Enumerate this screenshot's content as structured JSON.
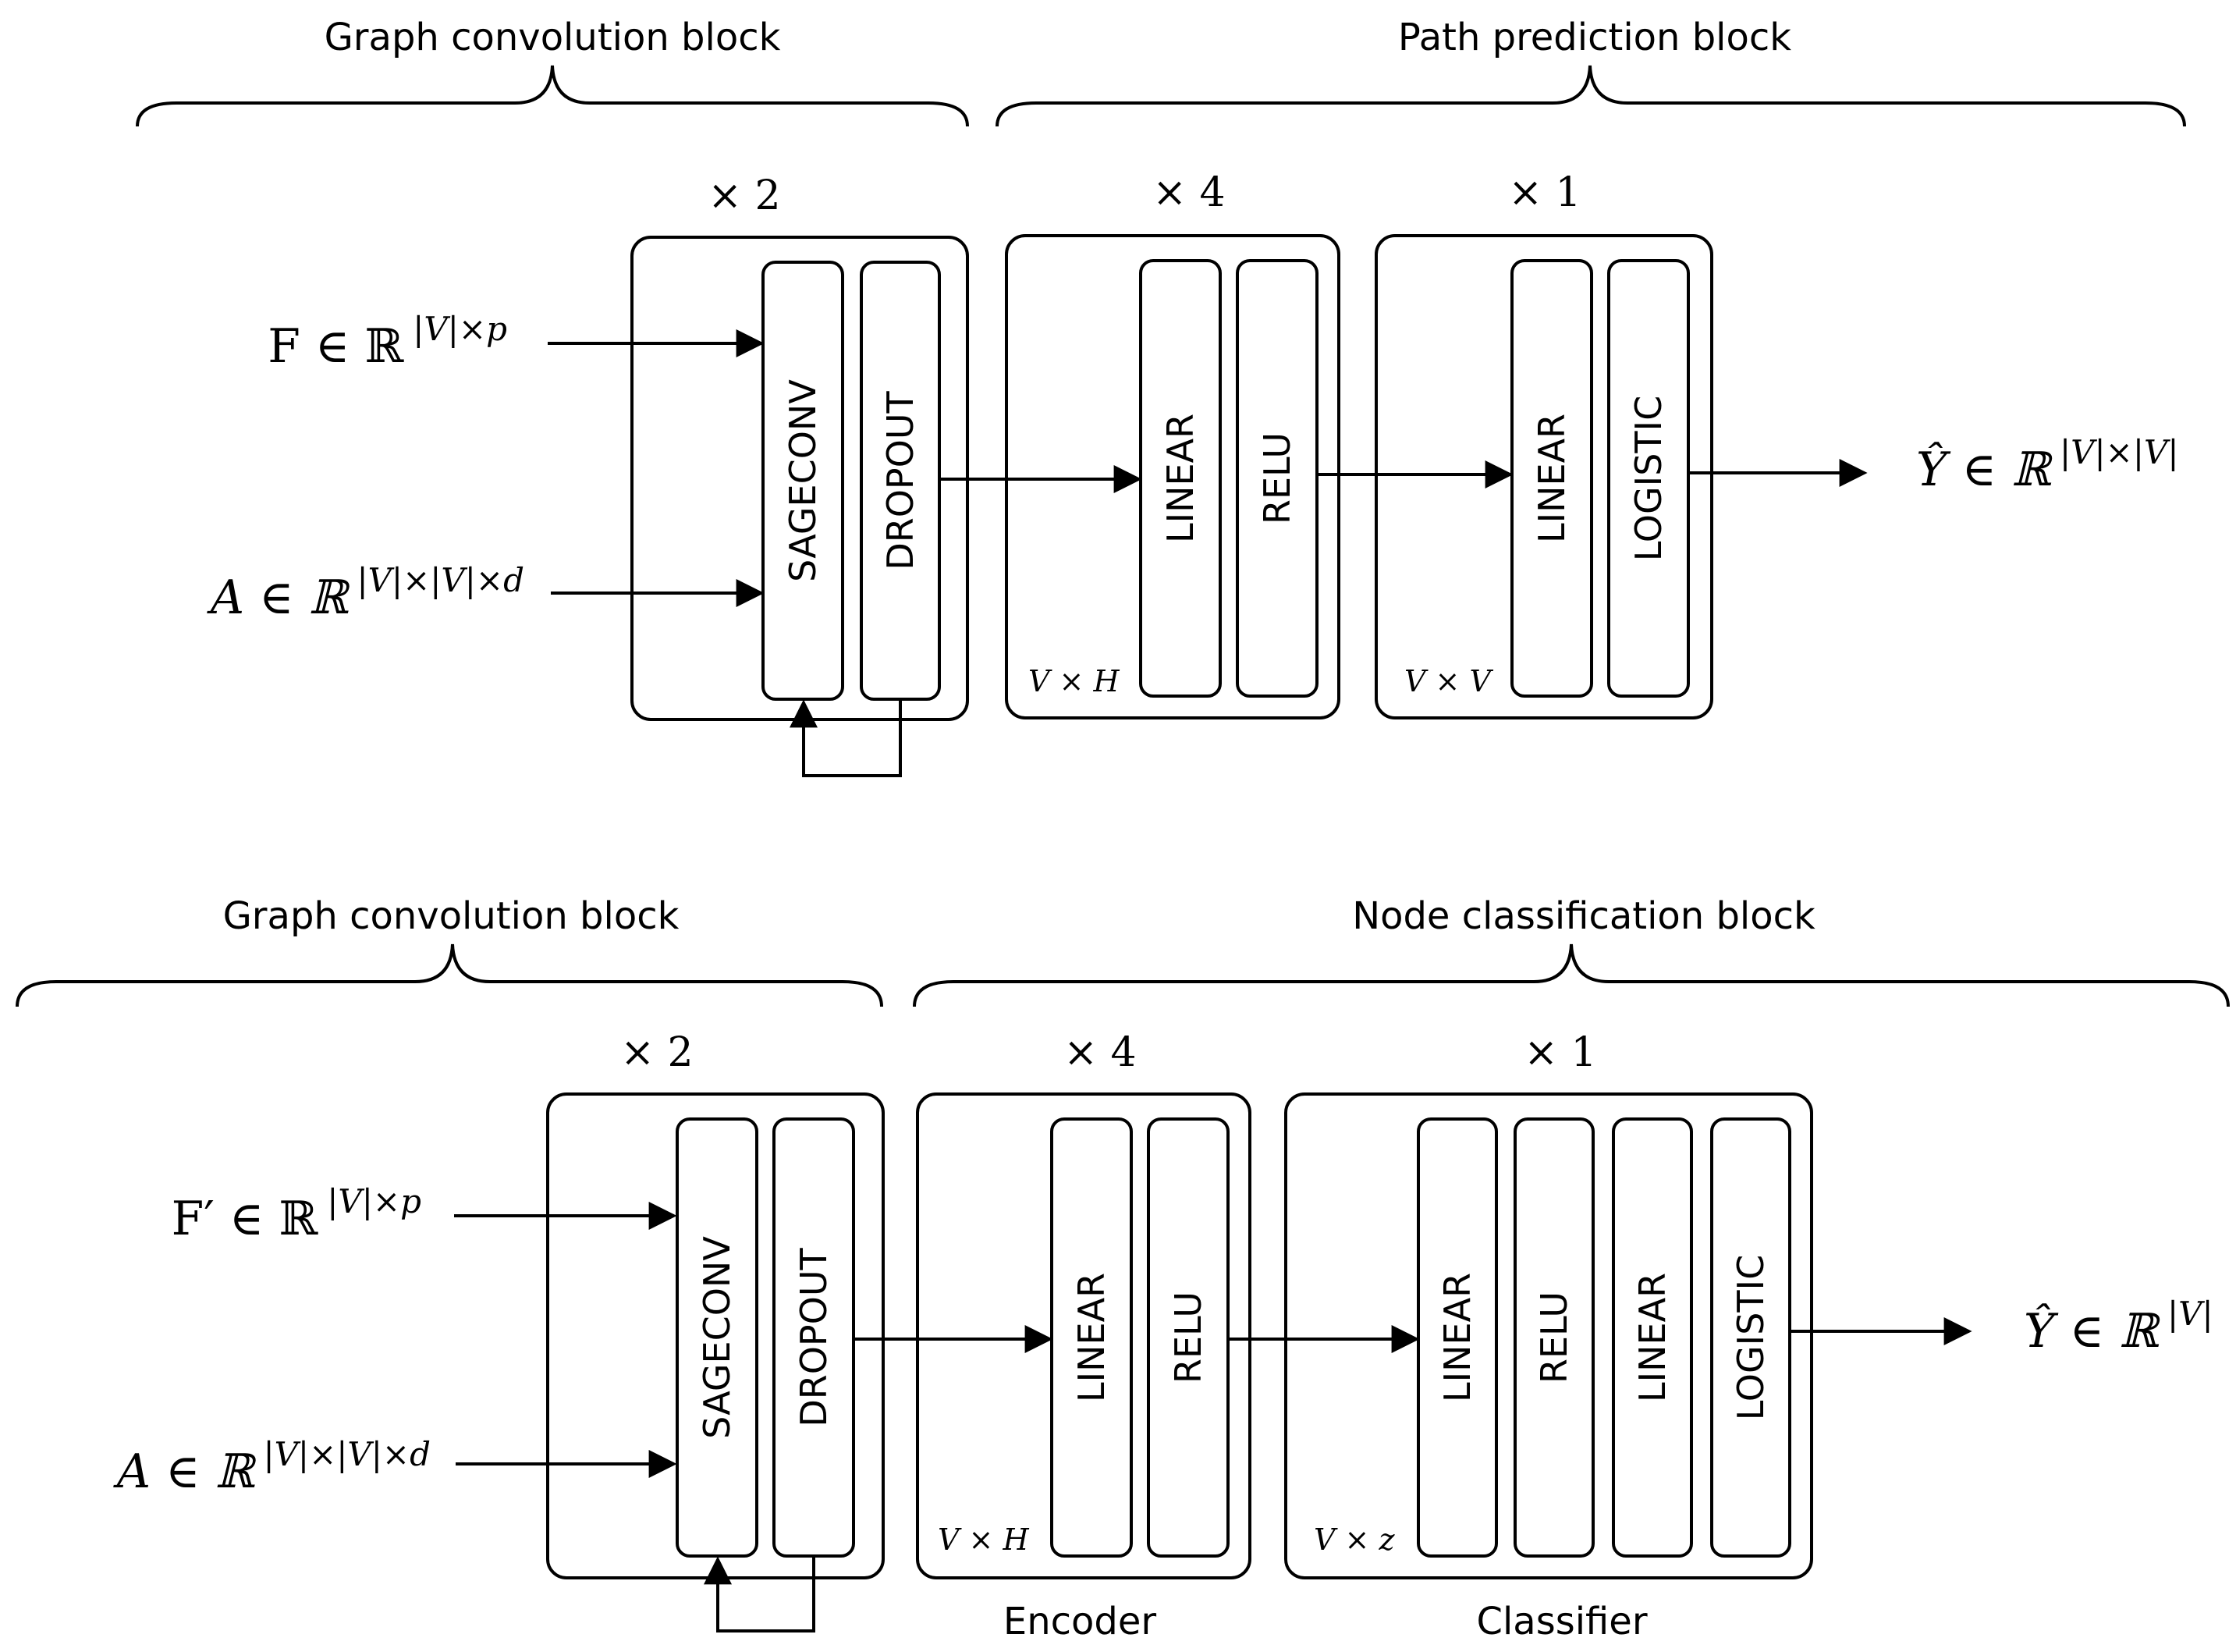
{
  "top_diagram": {
    "left_header": "Graph convolution block",
    "right_header": "Path prediction block",
    "inputs": [
      {
        "base": "F ∈ ℝ",
        "superscript": "|V|×p"
      },
      {
        "base": "A ∈ ℝ",
        "superscript": "|V|×|V|×d"
      }
    ],
    "blocks": [
      {
        "multiplier": "× 2",
        "dimension": "",
        "layers": [
          "SAGECONV",
          "DROPOUT"
        ]
      },
      {
        "multiplier": "× 4",
        "dimension": "V × H",
        "layers": [
          "LINEAR",
          "RELU"
        ]
      },
      {
        "multiplier": "× 1",
        "dimension": "V × V",
        "layers": [
          "LINEAR",
          "LOGISTIC"
        ]
      }
    ],
    "output": {
      "base": "Ŷ ∈ ℝ",
      "superscript": "|V|×|V|"
    }
  },
  "bottom_diagram": {
    "left_header": "Graph convolution block",
    "right_header": "Node classification block",
    "inputs": [
      {
        "base": "F′ ∈ ℝ",
        "superscript": "|V|×p"
      },
      {
        "base": "A ∈ ℝ",
        "superscript": "|V|×|V|×d"
      }
    ],
    "blocks": [
      {
        "multiplier": "× 2",
        "dimension": "",
        "caption": "",
        "layers": [
          "SAGECONV",
          "DROPOUT"
        ]
      },
      {
        "multiplier": "× 4",
        "dimension": "V × H",
        "caption": "Encoder",
        "layers": [
          "LINEAR",
          "RELU"
        ]
      },
      {
        "multiplier": "× 1",
        "dimension": "V × z",
        "caption": "Classifier",
        "layers": [
          "LINEAR",
          "RELU",
          "LINEAR",
          "LOGISTIC"
        ]
      }
    ],
    "output": {
      "base": "Ŷ ∈ ℝ",
      "superscript": "|V|"
    }
  }
}
